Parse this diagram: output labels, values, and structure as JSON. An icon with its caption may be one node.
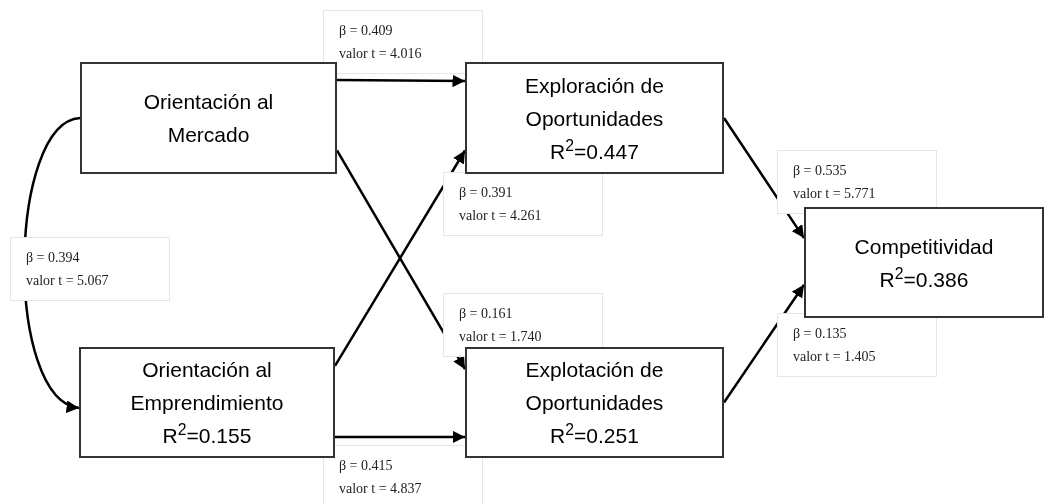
{
  "diagram": {
    "nodes": [
      {
        "text": [
          "Orientación al Mercado"
        ]
      },
      {
        "text": [
          "Exploración de Oportunidades",
          "R$^{2}$=0.447"
        ]
      },
      {
        "text": [
          "Orientación al Emprendimiento",
          "R$^{2}$=0.155"
        ]
      },
      {
        "text": [
          "Explotación de Oportunidades",
          "R$^{2}$=0.251"
        ]
      },
      {
        "text": [
          "Competitividad",
          "R$^{2}$=0.386"
        ]
      }
    ],
    "edges": [
      {
        "from": 0,
        "to": 1,
        "arrow": "to",
        "label": "β = 0.409 valor t = 4.016"
      },
      {
        "from": 0,
        "to": 3,
        "arrow": "to",
        "label": "β = 0.161 valor t = 1.740"
      },
      {
        "from": 2,
        "to": 1,
        "arrow": "to",
        "label": "β = 0.391 valor t = 4.261"
      },
      {
        "from": 2,
        "to": 3,
        "arrow": "to",
        "label": "β = 0.415 valor t = 4.837"
      },
      {
        "from": 0,
        "to": 2,
        "arrow": "to",
        "label": "β = 0.394 valor t = 5.067"
      },
      {
        "from": 1,
        "to": 4,
        "arrow": "to",
        "label": "β = 0.535 valor t = 5.771"
      },
      {
        "from": 3,
        "to": 4,
        "arrow": "to",
        "label": "β = 0.135 valor t = 1.405"
      }
    ]
  }
}
